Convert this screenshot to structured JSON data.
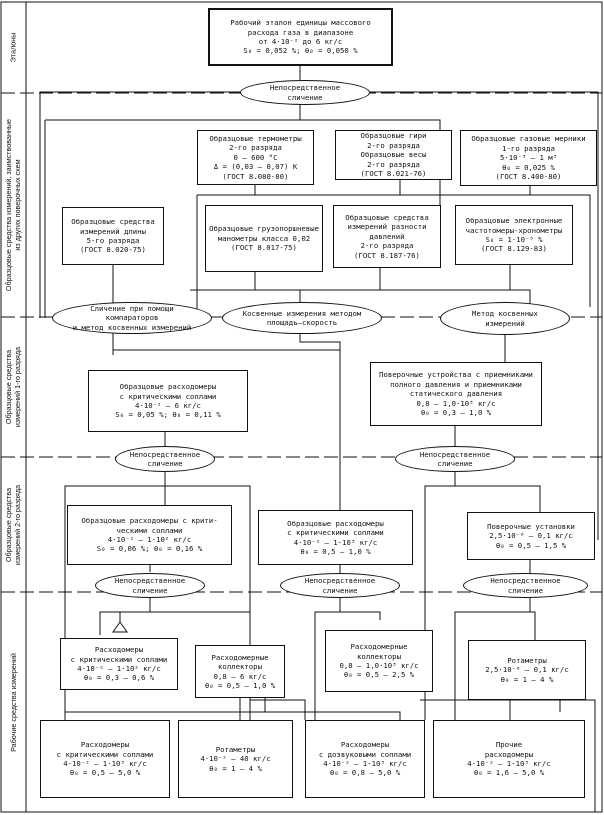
{
  "side_labels": [
    [
      "Эталоны"
    ],
    [
      "Образцовые средства измерений, заимствованные",
      "из других поверочных схем"
    ],
    [
      "Образцовые средства",
      "измерений 1-го разряда"
    ],
    [
      "Образцовые средства",
      "измерений 2-го разряда"
    ],
    [
      "Рабочие средства измерений"
    ]
  ],
  "standard_box": [
    "Рабочий эталон единицы массового",
    "расхода газа в диапазоне",
    "от 4·10⁻² до 6 кг/с",
    "S₀ = 0,052 %;  θ₀ = 0,050 %"
  ],
  "ovals": {
    "direct_top": [
      "Непосредственное",
      "сличение"
    ],
    "compare_comparators": [
      "Сличение при помощи",
      "компараторов",
      "и метод косвенных измерений"
    ],
    "indirect_area_velocity": [
      "Косвенные измерения методом",
      "площадь–скорость"
    ],
    "indirect_method": [
      "Метод косвенных",
      "измерений"
    ],
    "direct_1a": [
      "Непосредственное",
      "сличение"
    ],
    "direct_1b": [
      "Непосредственное",
      "сличение"
    ],
    "direct_2a": [
      "Непосредственное",
      "сличение"
    ],
    "direct_2b": [
      "Непосредственное",
      "сличение"
    ],
    "direct_2c": [
      "Непосредственное",
      "сличение"
    ]
  },
  "borrowed": {
    "thermometers": [
      "Образцовые термометры",
      "2-го разряда",
      "0 – 600 °C",
      "Δ = (0,03 – 0,07) K",
      "(ГОСТ 8.080-80)"
    ],
    "weights": [
      "Образцовые гири",
      "2-го разряда",
      "Образцовые весы",
      "2-го разряда",
      "(ГОСТ 8.021-76)"
    ],
    "gas_meters": [
      "Образцовые газовые мерники",
      "1-го разряда",
      "5·10⁻³ – 1 м³",
      "θ₀ = 0,025 %",
      "(ГОСТ 8.400-80)"
    ],
    "length": [
      "Образцовые средства",
      "измерений длины",
      "5-го разряда",
      "(ГОСТ 8.020-75)"
    ],
    "manometers": [
      "Образцовые грузопоршневые",
      "манометры класса 0,02",
      "(ГОСТ 8.017-75)"
    ],
    "pressure_diff": [
      "Образцовые средства",
      "измерений разности",
      "давлений",
      "2-го разряда",
      "(ГОСТ 8.187-76)"
    ],
    "frequency": [
      "Образцовые электронные",
      "частотомеры-хронометры",
      "S₀ = 1·10⁻⁵ %",
      "(ГОСТ 8.129-83)"
    ]
  },
  "rank1": {
    "critical_flowmeters": [
      "Образцовые расходомеры",
      "с критическими соплами",
      "4·10⁻² – 6 кг/с",
      "S₀ = 0,05 %;  θ₀ = 0,11 %"
    ],
    "verification_devices": [
      "Поверочные устройства с приемниками",
      "полного давления и приемниками",
      "статического давления",
      "0,8 – 1,0·10³ кг/с",
      "θ₀ = 0,3 – 1,0 %"
    ]
  },
  "rank2": {
    "critical_nozzle": [
      "Образцовые расходомеры с крити-",
      "ческими соплами",
      "4·10⁻² – 1·10² кг/с",
      "S₀ = 0,06 %;  θ₀ = 0,16 %"
    ],
    "flowmeters": [
      "Образцовые расходомеры",
      "с критическими соплами",
      "4·10⁻² – 1·10³ кг/с",
      "θ₀ = 0,5 – 1,0 %"
    ],
    "installations": [
      "Поверочные установки",
      "2,5·10⁻⁶ – 0,1 кг/с",
      "θ₀ = 0,5 – 1,5 %"
    ]
  },
  "working_upper": {
    "crit_flowmeters": [
      "Расходомеры",
      "с критическими соплами",
      "4·10⁻² – 1·10² кг/с",
      "θ₀ = 0,3 – 0,6 %"
    ],
    "collectors_a": [
      "Расходомерные",
      "коллекторы",
      "0,8 – 6 кг/с",
      "θ₀ = 0,5 – 1,0 %"
    ],
    "collectors_b": [
      "Расходомерные",
      "коллекторы",
      "0,8 – 1,0·10³ кг/с",
      "θ₀ = 0,5 – 2,5 %"
    ],
    "rotameters_a": [
      "Ротаметры",
      "2,5·10⁻⁶ – 0,1 кг/с",
      "θ₀ = 1 – 4 %"
    ]
  },
  "working_lower": {
    "crit_flowmeters": [
      "Расходомеры",
      "с критическими соплами",
      "4·10⁻² – 1·10³ кг/с",
      "θ₀ = 0,5 – 5,0 %"
    ],
    "rotameters": [
      "Ротаметры",
      "4·10⁻² – 40 кг/с",
      "θ₀ = 1 – 4 %"
    ],
    "sound_nozzle": [
      "Расходомеры",
      "с дозвуковыми соплами",
      "4·10⁻² – 1·10³ кг/с",
      "θ₀ = 0,8 – 5,0 %"
    ],
    "other": [
      "Прочие",
      "расходомеры",
      "4·10⁻² – 1·10³ кг/с",
      "θ₀ = 1,6 – 5,0 %"
    ]
  }
}
